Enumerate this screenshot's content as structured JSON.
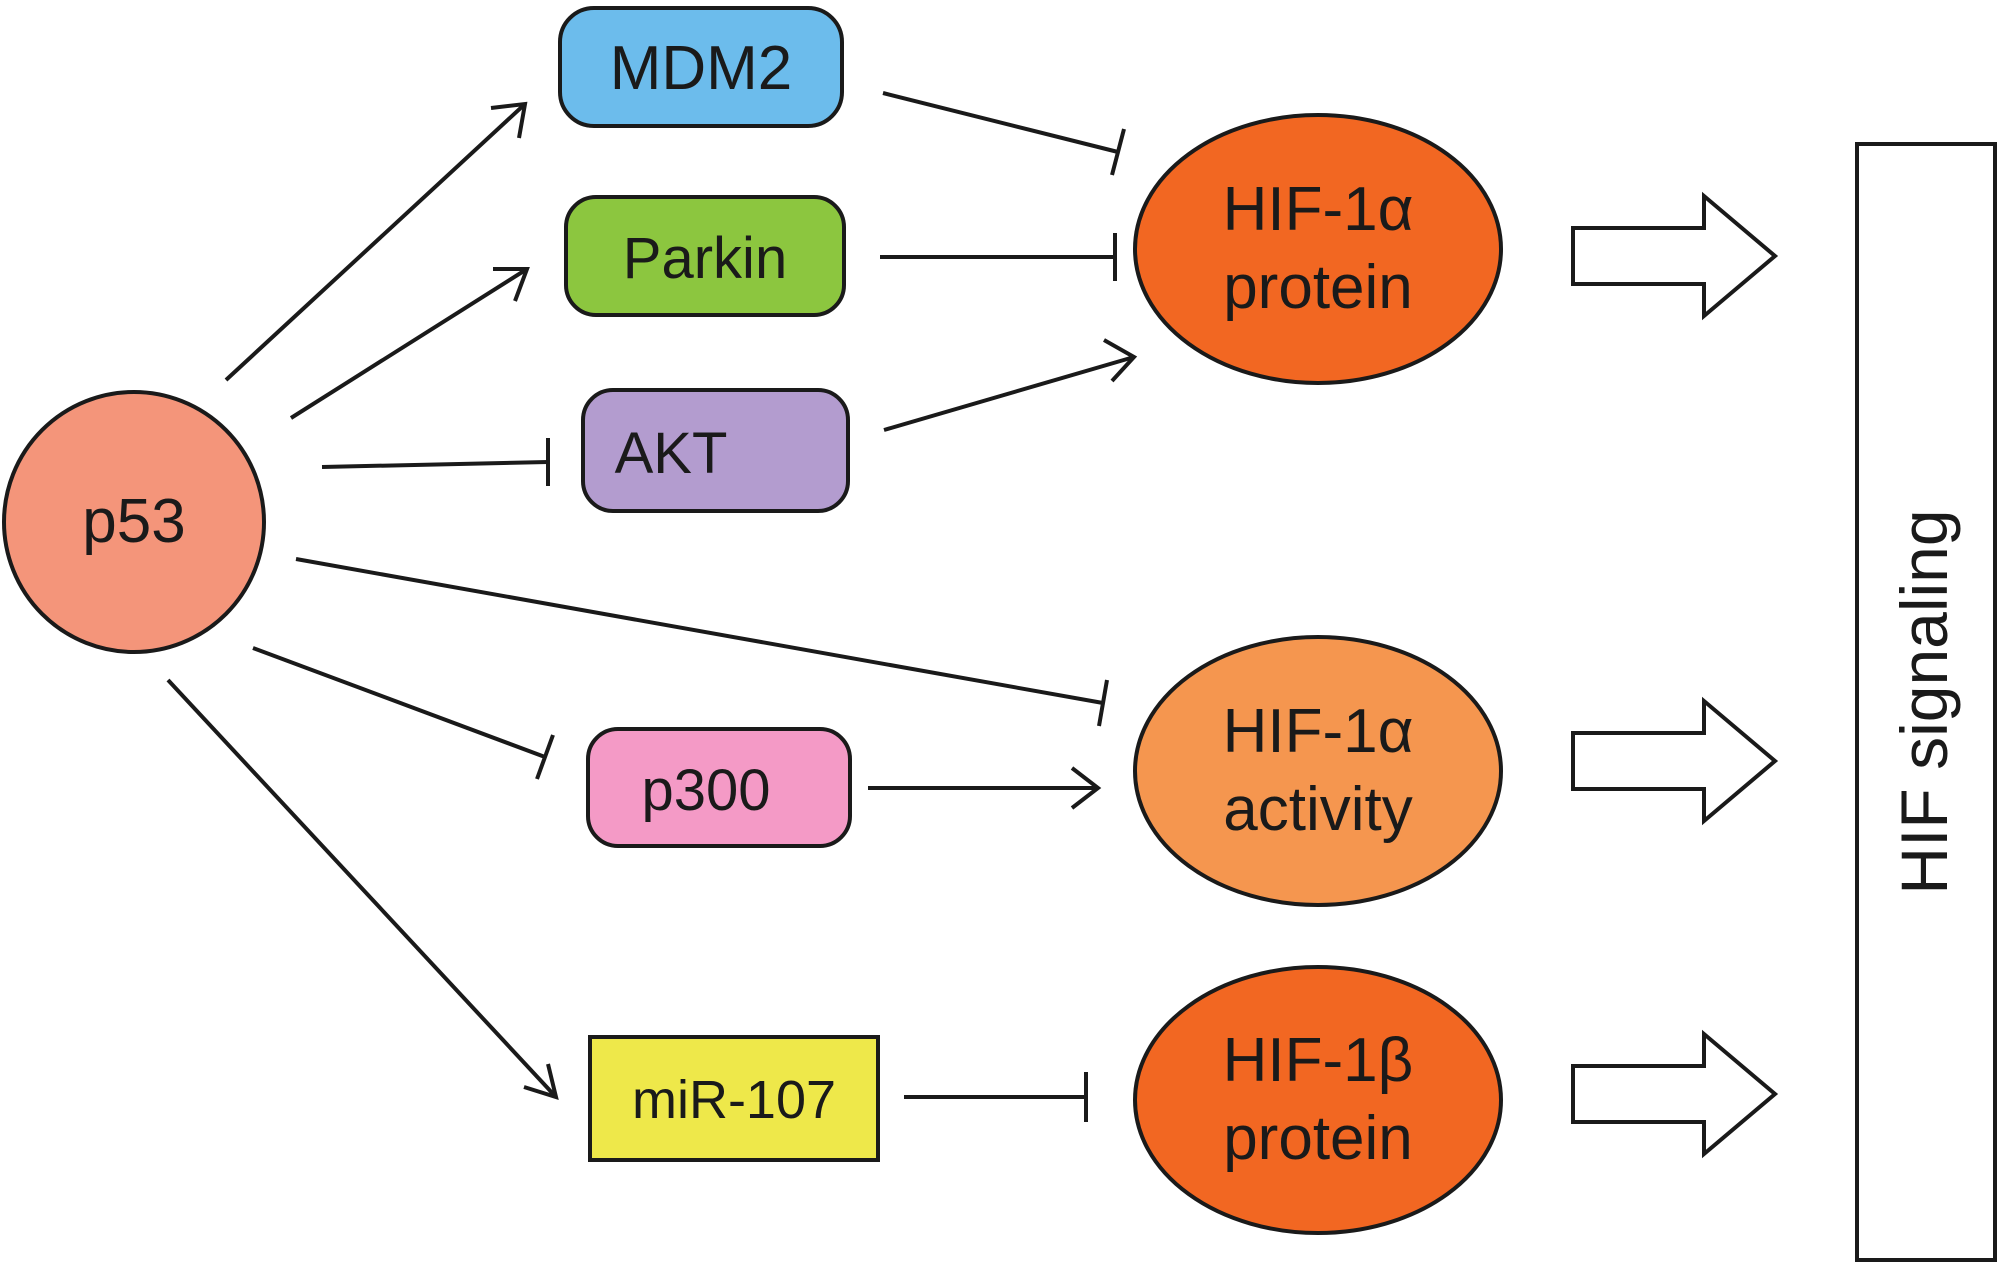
{
  "nodes": {
    "p53": {
      "label": "p53",
      "color": "#f4957a"
    },
    "mdm2": {
      "label": "MDM2",
      "color": "#6cbcec"
    },
    "parkin": {
      "label": "Parkin",
      "color": "#8cc63f"
    },
    "akt": {
      "label": "AKT",
      "color": "#b39ccf"
    },
    "p300": {
      "label": "p300",
      "color": "#f49ac6"
    },
    "mir107": {
      "label": "miR-107",
      "color": "#eee84a"
    },
    "hif1a_protein": {
      "line1": "HIF-1α",
      "line2": "protein",
      "color": "#f26722"
    },
    "hif1a_activity": {
      "line1": "HIF-1α",
      "line2": "activity",
      "color": "#f5964f"
    },
    "hif1b_protein": {
      "line1": "HIF-1β",
      "line2": "protein",
      "color": "#f26722"
    },
    "hif_signaling": {
      "label": "HIF signaling"
    }
  },
  "edges": [
    {
      "from": "p53",
      "to": "MDM2",
      "type": "activation"
    },
    {
      "from": "p53",
      "to": "Parkin",
      "type": "activation"
    },
    {
      "from": "p53",
      "to": "AKT",
      "type": "inhibition"
    },
    {
      "from": "p53",
      "to": "HIF-1α activity",
      "type": "inhibition"
    },
    {
      "from": "p53",
      "to": "p300",
      "type": "inhibition"
    },
    {
      "from": "p53",
      "to": "miR-107",
      "type": "activation"
    },
    {
      "from": "MDM2",
      "to": "HIF-1α protein",
      "type": "inhibition"
    },
    {
      "from": "Parkin",
      "to": "HIF-1α protein",
      "type": "inhibition"
    },
    {
      "from": "AKT",
      "to": "HIF-1α protein",
      "type": "activation"
    },
    {
      "from": "p300",
      "to": "HIF-1α activity",
      "type": "activation"
    },
    {
      "from": "miR-107",
      "to": "HIF-1β protein",
      "type": "inhibition"
    },
    {
      "from": "HIF-1α protein",
      "to": "HIF signaling",
      "type": "output"
    },
    {
      "from": "HIF-1α activity",
      "to": "HIF signaling",
      "type": "output"
    },
    {
      "from": "HIF-1β protein",
      "to": "HIF signaling",
      "type": "output"
    }
  ]
}
